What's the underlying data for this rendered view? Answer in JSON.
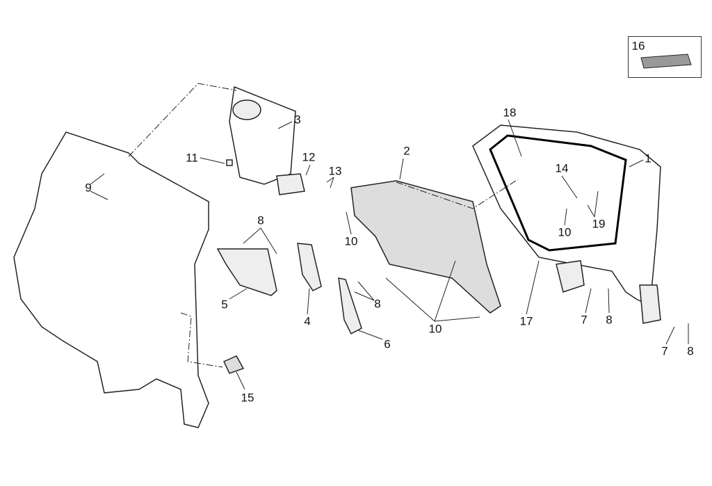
{
  "diagram": {
    "callouts": [
      "16",
      "3",
      "18",
      "1",
      "11",
      "12",
      "13",
      "2",
      "9",
      "14",
      "19",
      "8",
      "10",
      "10",
      "5",
      "4",
      "8",
      "6",
      "10",
      "17",
      "7",
      "8",
      "7",
      "8",
      "15"
    ]
  }
}
